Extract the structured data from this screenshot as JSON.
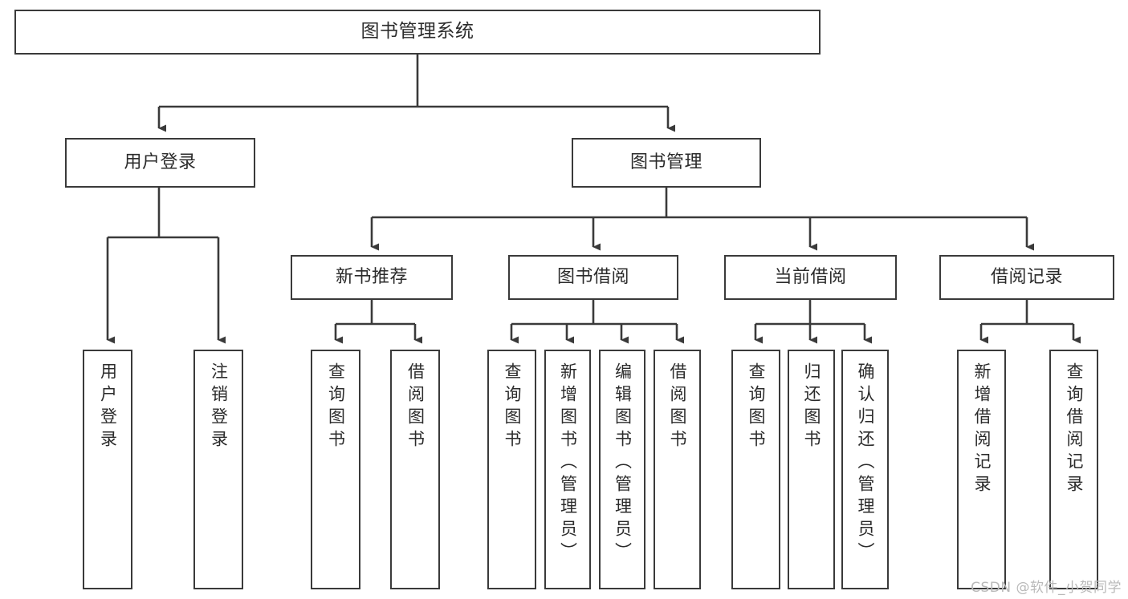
{
  "diagram": {
    "title": "图书管理系统",
    "type": "tree-hierarchy",
    "orientation": "top-down",
    "colors": {
      "stroke": "#3a3a3a",
      "fill": "#ffffff",
      "text": "#2b2b2b",
      "watermark": "#b9b9b9"
    }
  },
  "watermark": {
    "text": "CSDN @软件_小贺同学"
  },
  "nodes": {
    "root": {
      "label": "图书管理系统"
    },
    "level1": [
      {
        "id": "user-login",
        "label": "用户登录"
      },
      {
        "id": "book-management",
        "label": "图书管理"
      }
    ],
    "level2": [
      {
        "id": "new-book-recommend",
        "label": "新书推荐"
      },
      {
        "id": "book-borrow",
        "label": "图书借阅"
      },
      {
        "id": "current-borrow",
        "label": "当前借阅"
      },
      {
        "id": "borrow-record",
        "label": "借阅记录"
      }
    ],
    "leaves": {
      "user_login": [
        {
          "id": "leaf-user-login",
          "label": "用户登录"
        },
        {
          "id": "leaf-logout-login",
          "label": "注销登录"
        }
      ],
      "new_book_recommend": [
        {
          "id": "leaf-query-book-1",
          "label": "查询图书"
        },
        {
          "id": "leaf-borrow-book-1",
          "label": "借阅图书"
        }
      ],
      "book_borrow": [
        {
          "id": "leaf-query-book-2",
          "label": "查询图书"
        },
        {
          "id": "leaf-add-book",
          "label": "新增图书（管理员）"
        },
        {
          "id": "leaf-edit-book",
          "label": "编辑图书（管理员）"
        },
        {
          "id": "leaf-borrow-book-2",
          "label": "借阅图书"
        }
      ],
      "current_borrow": [
        {
          "id": "leaf-query-book-3",
          "label": "查询图书"
        },
        {
          "id": "leaf-return-book",
          "label": "归还图书"
        },
        {
          "id": "leaf-confirm-return",
          "label": "确认归还（管理员）"
        }
      ],
      "borrow_record": [
        {
          "id": "leaf-add-record",
          "label": "新增借阅记录"
        },
        {
          "id": "leaf-query-record",
          "label": "查询借阅记录"
        }
      ]
    }
  }
}
